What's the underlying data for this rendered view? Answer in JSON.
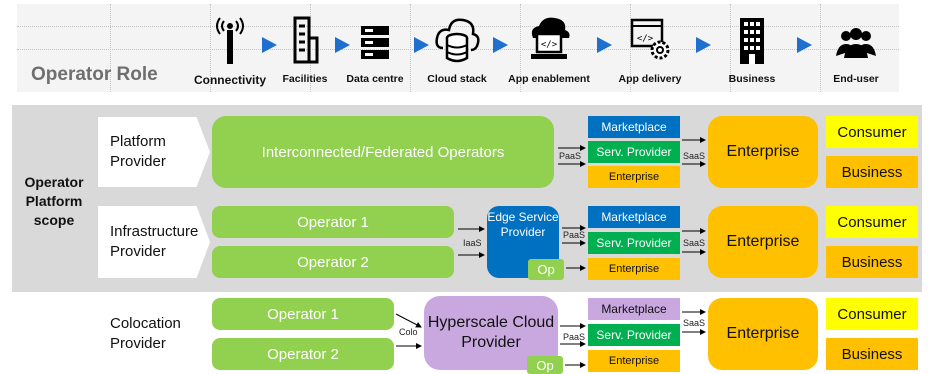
{
  "top": {
    "role_label": "Operator Role",
    "stages": [
      {
        "label": "Connectivity",
        "icon": "radio-tower-icon"
      },
      {
        "label": "Facilities",
        "icon": "buildings-icon"
      },
      {
        "label": "Data centre",
        "icon": "server-rack-icon"
      },
      {
        "label": "Cloud stack",
        "icon": "cloud-database-icon"
      },
      {
        "label": "App enablement",
        "icon": "cloud-code-icon"
      },
      {
        "label": "App delivery",
        "icon": "code-window-gear-icon"
      },
      {
        "label": "Business",
        "icon": "office-building-icon"
      },
      {
        "label": "End-user",
        "icon": "users-icon"
      }
    ]
  },
  "scope_label": "Operator Platform scope",
  "rows": {
    "platform": {
      "role": "Platform Provider",
      "operators": "Interconnected/Federated Operators",
      "link1": "PaaS",
      "link2": "SaaS",
      "services": [
        "Marketplace",
        "Serv. Provider",
        "Enterprise"
      ],
      "enterprise": "Enterprise",
      "consumer": "Consumer",
      "business": "Business"
    },
    "infra": {
      "role": "Infrastructure Provider",
      "operator1": "Operator 1",
      "operator2": "Operator 2",
      "link0": "IaaS",
      "edge": "Edge Service Provider",
      "op": "Op",
      "link1": "PaaS",
      "link2": "SaaS",
      "services": [
        "Marketplace",
        "Serv. Provider",
        "Enterprise"
      ],
      "enterprise": "Enterprise",
      "consumer": "Consumer",
      "business": "Business"
    },
    "colo": {
      "role": "Colocation Provider",
      "operator1": "Operator 1",
      "operator2": "Operator 2",
      "link0": "Colo",
      "hyperscale": "Hyperscale Cloud Provider",
      "op": "Op",
      "link1": "PaaS",
      "link2": "SaaS",
      "services": [
        "Marketplace",
        "Serv. Provider",
        "Enterprise"
      ],
      "enterprise": "Enterprise",
      "consumer": "Consumer",
      "business": "Business"
    }
  },
  "colors": {
    "arrow_blue": "#1f6fce",
    "green": "#92d050",
    "dark_green": "#00b050",
    "blue": "#0070c0",
    "orange": "#ffc000",
    "yellow": "#ffff00",
    "purple": "#c9a8e0",
    "band_gray": "#d9d9d9"
  }
}
